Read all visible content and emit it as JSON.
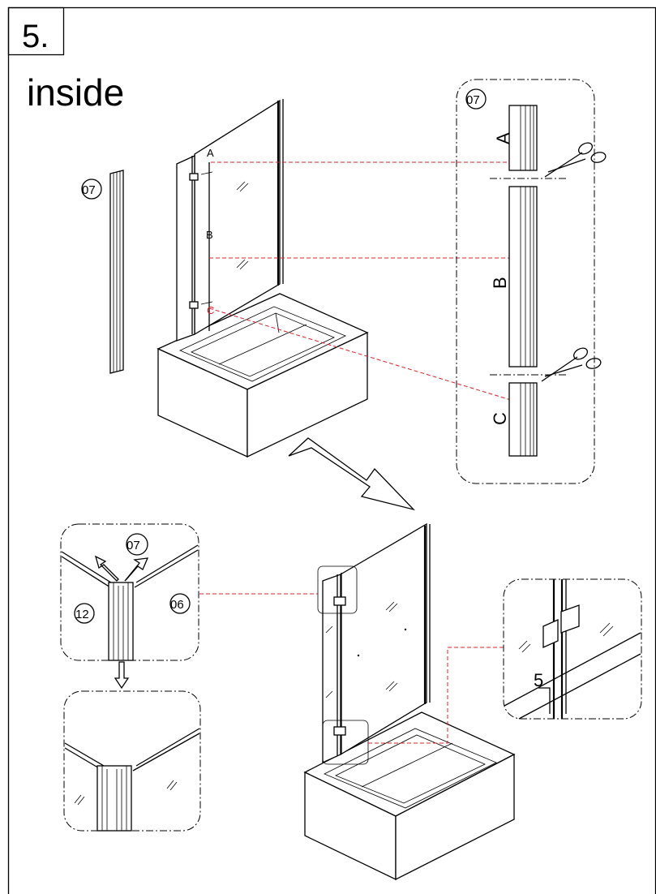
{
  "step": {
    "number": "5.",
    "title": "inside"
  },
  "labels": {
    "profile_part": "07",
    "cut_a": "A",
    "cut_b": "B",
    "cut_c": "C",
    "detail_part": "07",
    "wall_part": "12",
    "glass_part": "06",
    "screw_count": "5"
  }
}
